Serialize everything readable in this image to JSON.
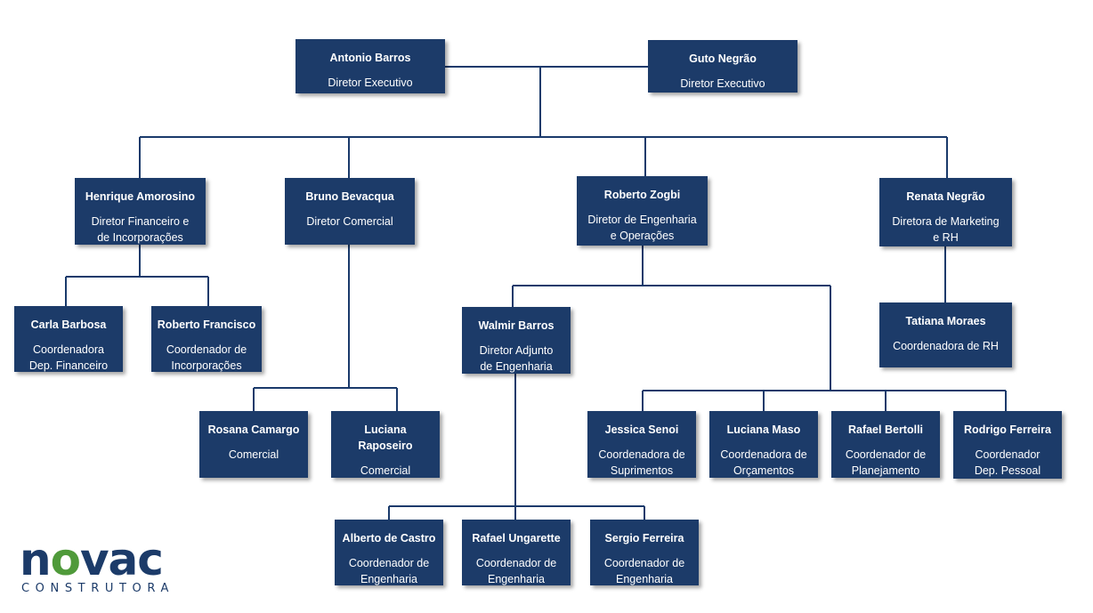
{
  "org": {
    "antonio": {
      "name": "Antonio Barros",
      "role": "Diretor Executivo"
    },
    "guto": {
      "name": "Guto Negrão",
      "role": "Diretor Executivo"
    },
    "henrique": {
      "name": "Henrique Amorosino",
      "role1": "Diretor Financeiro e",
      "role2": "de Incorporações"
    },
    "bruno": {
      "name": "Bruno Bevacqua",
      "role": "Diretor Comercial"
    },
    "roberto_z": {
      "name": "Roberto Zogbi",
      "role1": "Diretor de Engenharia",
      "role2": "e Operações"
    },
    "renata": {
      "name": "Renata Negrão",
      "role1": "Diretora de Marketing",
      "role2": "e RH"
    },
    "carla": {
      "name": "Carla Barbosa",
      "role1": "Coordenadora",
      "role2": "Dep. Financeiro"
    },
    "roberto_f": {
      "name": "Roberto Francisco",
      "role1": "Coordenador de",
      "role2": "Incorporações"
    },
    "walmir": {
      "name": "Walmir Barros",
      "role1": "Diretor Adjunto",
      "role2": "de Engenharia"
    },
    "tatiana": {
      "name": "Tatiana Moraes",
      "role": "Coordenadora de RH"
    },
    "rosana": {
      "name": "Rosana Camargo",
      "role": "Comercial"
    },
    "luciana_r": {
      "name1": "Luciana",
      "name2": "Raposeiro",
      "role": "Comercial"
    },
    "jessica": {
      "name": "Jessica Senoi",
      "role1": "Coordenadora de",
      "role2": "Suprimentos"
    },
    "luciana_m": {
      "name": "Luciana Maso",
      "role1": "Coordenadora de",
      "role2": "Orçamentos"
    },
    "rafael_b": {
      "name": "Rafael Bertolli",
      "role1": "Coordenador de",
      "role2": "Planejamento"
    },
    "rodrigo": {
      "name": "Rodrigo Ferreira",
      "role1": "Coordenador",
      "role2": "Dep. Pessoal"
    },
    "alberto": {
      "name": "Alberto de Castro",
      "role1": "Coordenador de",
      "role2": "Engenharia"
    },
    "rafael_u": {
      "name": "Rafael Ungarette",
      "role1": "Coordenador de",
      "role2": "Engenharia"
    },
    "sergio": {
      "name": "Sergio Ferreira",
      "role1": "Coordenador de",
      "role2": "Engenharia"
    }
  },
  "logo": {
    "word_start": "n",
    "word_o": "o",
    "word_end": "vac",
    "subtitle": "CONSTRUTORA"
  },
  "colors": {
    "box": "#1c3b69",
    "line": "#1a3a6b",
    "logo_green": "#4f9a3a"
  }
}
